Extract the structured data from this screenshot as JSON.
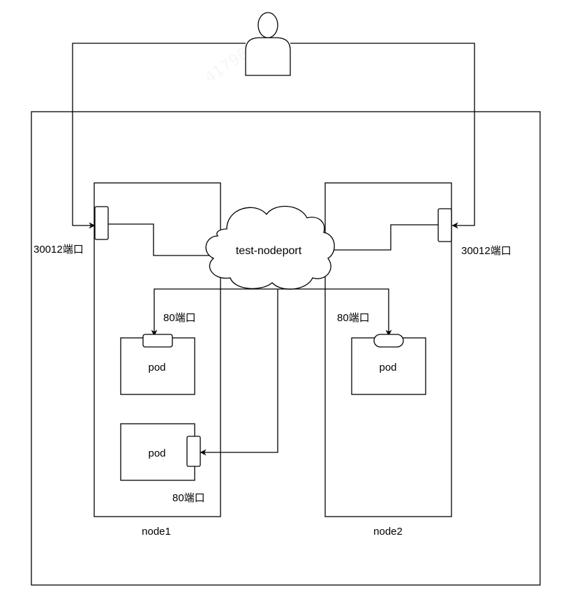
{
  "cloud": {
    "label": "test-nodeport"
  },
  "nodes": [
    {
      "id": "node1",
      "label": "node1"
    },
    {
      "id": "node2",
      "label": "node2"
    }
  ],
  "ports": {
    "node1_nodeport": "30012端口",
    "node2_nodeport": "30012端口",
    "pod1_port": "80端口",
    "pod2_port": "80端口",
    "pod3_port": "80端口"
  },
  "pods": [
    {
      "label": "pod"
    },
    {
      "label": "pod"
    },
    {
      "label": "pod"
    }
  ],
  "watermark": {
    "text": "417962"
  },
  "colors": {
    "stroke": "#000000",
    "fill": "#ffffff",
    "background": "#ffffff"
  }
}
